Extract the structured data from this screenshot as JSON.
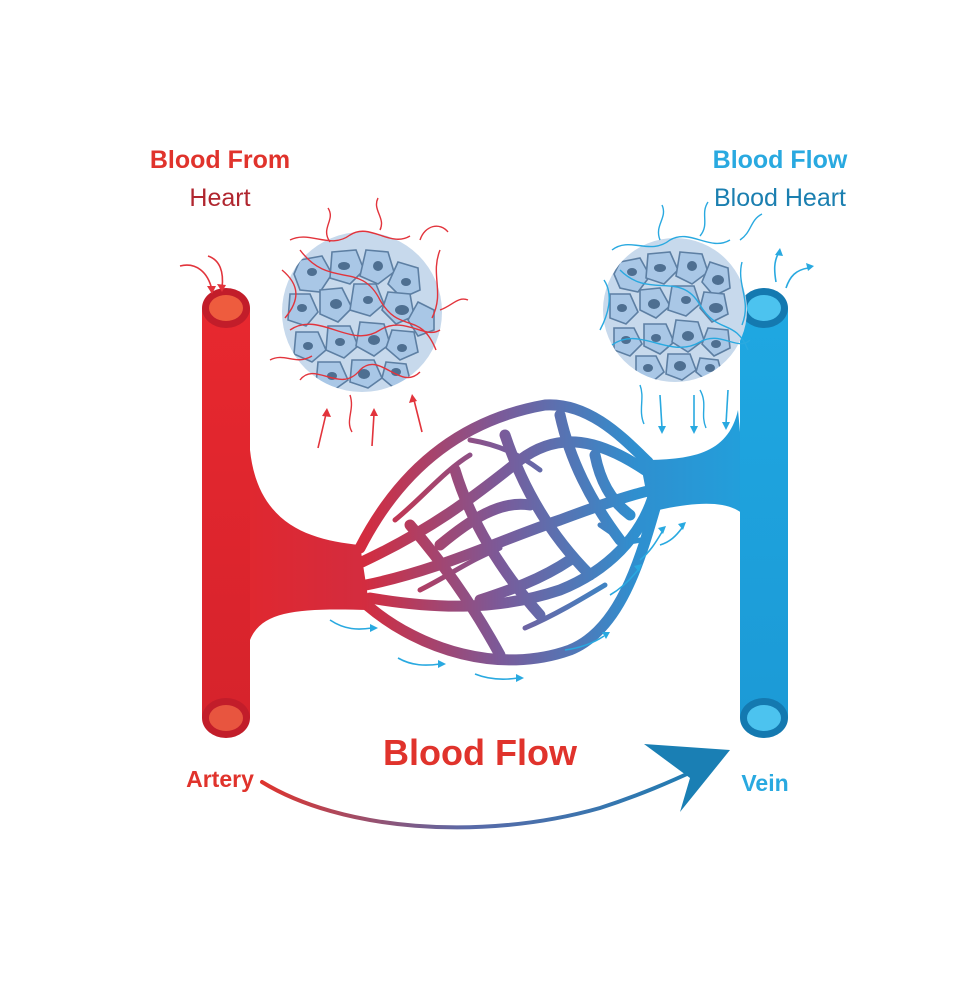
{
  "labels": {
    "blood_from": "Blood From",
    "heart_left": "Heart",
    "blood_flow_top": "Blood Flow",
    "blood_heart": "Blood Heart",
    "artery": "Artery",
    "vein": "Vein",
    "blood_flow_bottom": "Blood Flow"
  },
  "colors": {
    "artery_red": "#e2272d",
    "artery_dark": "#c21d2a",
    "vein_blue": "#1fa3de",
    "vein_dark": "#1479b0",
    "label_red": "#e0332c",
    "label_dark_red": "#b0262f",
    "label_blue": "#29a9e0",
    "label_dark_blue": "#1b7fb0",
    "cell_fill": "#a9c7e6",
    "cell_nucleus": "#4e6f91",
    "flow_arrow": "#1a7fb4"
  }
}
